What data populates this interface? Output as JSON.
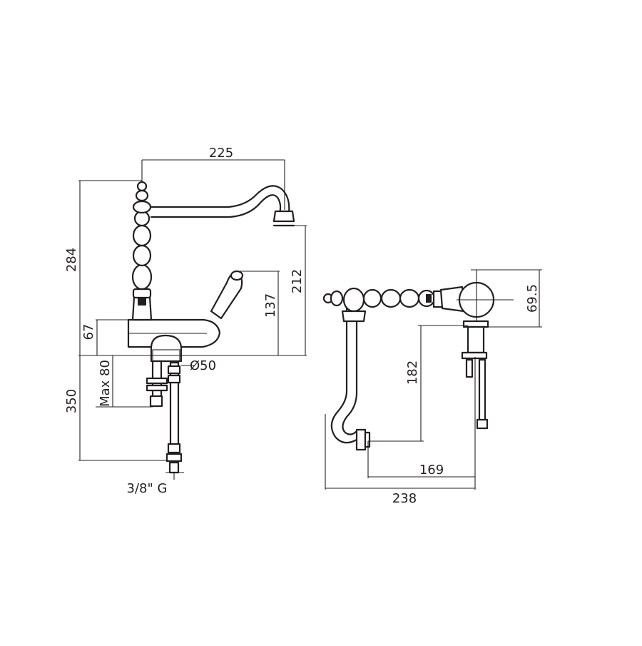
{
  "dimensions": {
    "spout_reach": "225",
    "total_height": "284",
    "spout_height": "212",
    "lever_height": "137",
    "body_height": "67",
    "max_deck": "Max 80",
    "hose_length": "350",
    "base_diameter": "Ø50",
    "connection": "3/8\" G",
    "top_height": "69.5",
    "top_drop": "182",
    "top_offset": "169",
    "top_width": "238"
  }
}
